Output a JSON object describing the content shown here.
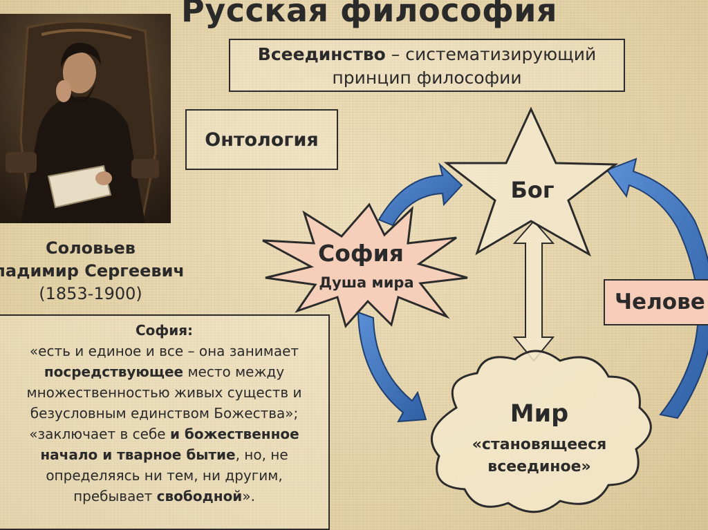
{
  "title": "Русская философия",
  "principle": {
    "term": "Всеединство",
    "rest_line1": " – систематизирующий",
    "line2": "принцип философии"
  },
  "ontology": "Онтология",
  "person": {
    "surname": "Соловьев",
    "given_names": "Владимир Сергеевич",
    "years": "(1853-1900)"
  },
  "sophia_quote": {
    "title": "София:",
    "p1_a": "«есть и единое и все – она занимает",
    "p1_b_bold": "посредствующее",
    "p1_b_rest": " место между",
    "p1_c": "множественностью живых существ и",
    "p1_d": "безусловным единством Божества»;",
    "p2_a_plain": "«заключает в себе ",
    "p2_a_bold": "и божественное",
    "p2_b_bold": "начало и тварное бытие",
    "p2_b_rest": ", но, не",
    "p2_c": "определяясь ни тем, ни другим,",
    "p2_d_plain": "пребывает ",
    "p2_d_bold": "свободной",
    "p2_d_end": "»."
  },
  "diagram": {
    "god": "Бог",
    "sophia": "София",
    "sophia_sub": "Душа мира",
    "world": "Мир",
    "world_sub1": "«становящееся",
    "world_sub2": "всеединое»",
    "man": "Челове"
  },
  "colors": {
    "arrow_blue": "#3d6fb5",
    "starburst_fill": "#f6cfbb",
    "man_box_fill": "#f6cdb8",
    "stroke": "#2b2b2b"
  }
}
